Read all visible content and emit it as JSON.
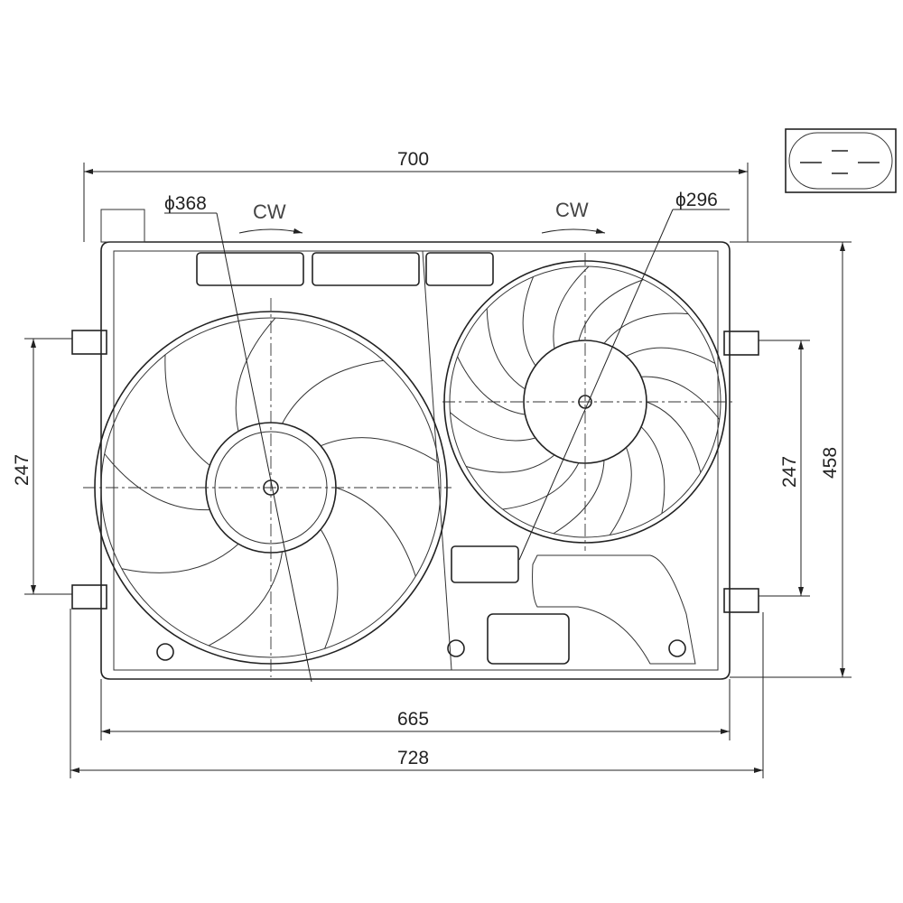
{
  "dimensions": {
    "top_width": "700",
    "inner_width": "665",
    "overall_width": "728",
    "height": "458",
    "left_mount_spacing": "247",
    "right_mount_spacing": "247"
  },
  "fans": [
    {
      "diameter_label": "ϕ368",
      "rotation_label": "CW",
      "blades": 9
    },
    {
      "diameter_label": "ϕ296",
      "rotation_label": "CW",
      "blades": 15
    }
  ]
}
